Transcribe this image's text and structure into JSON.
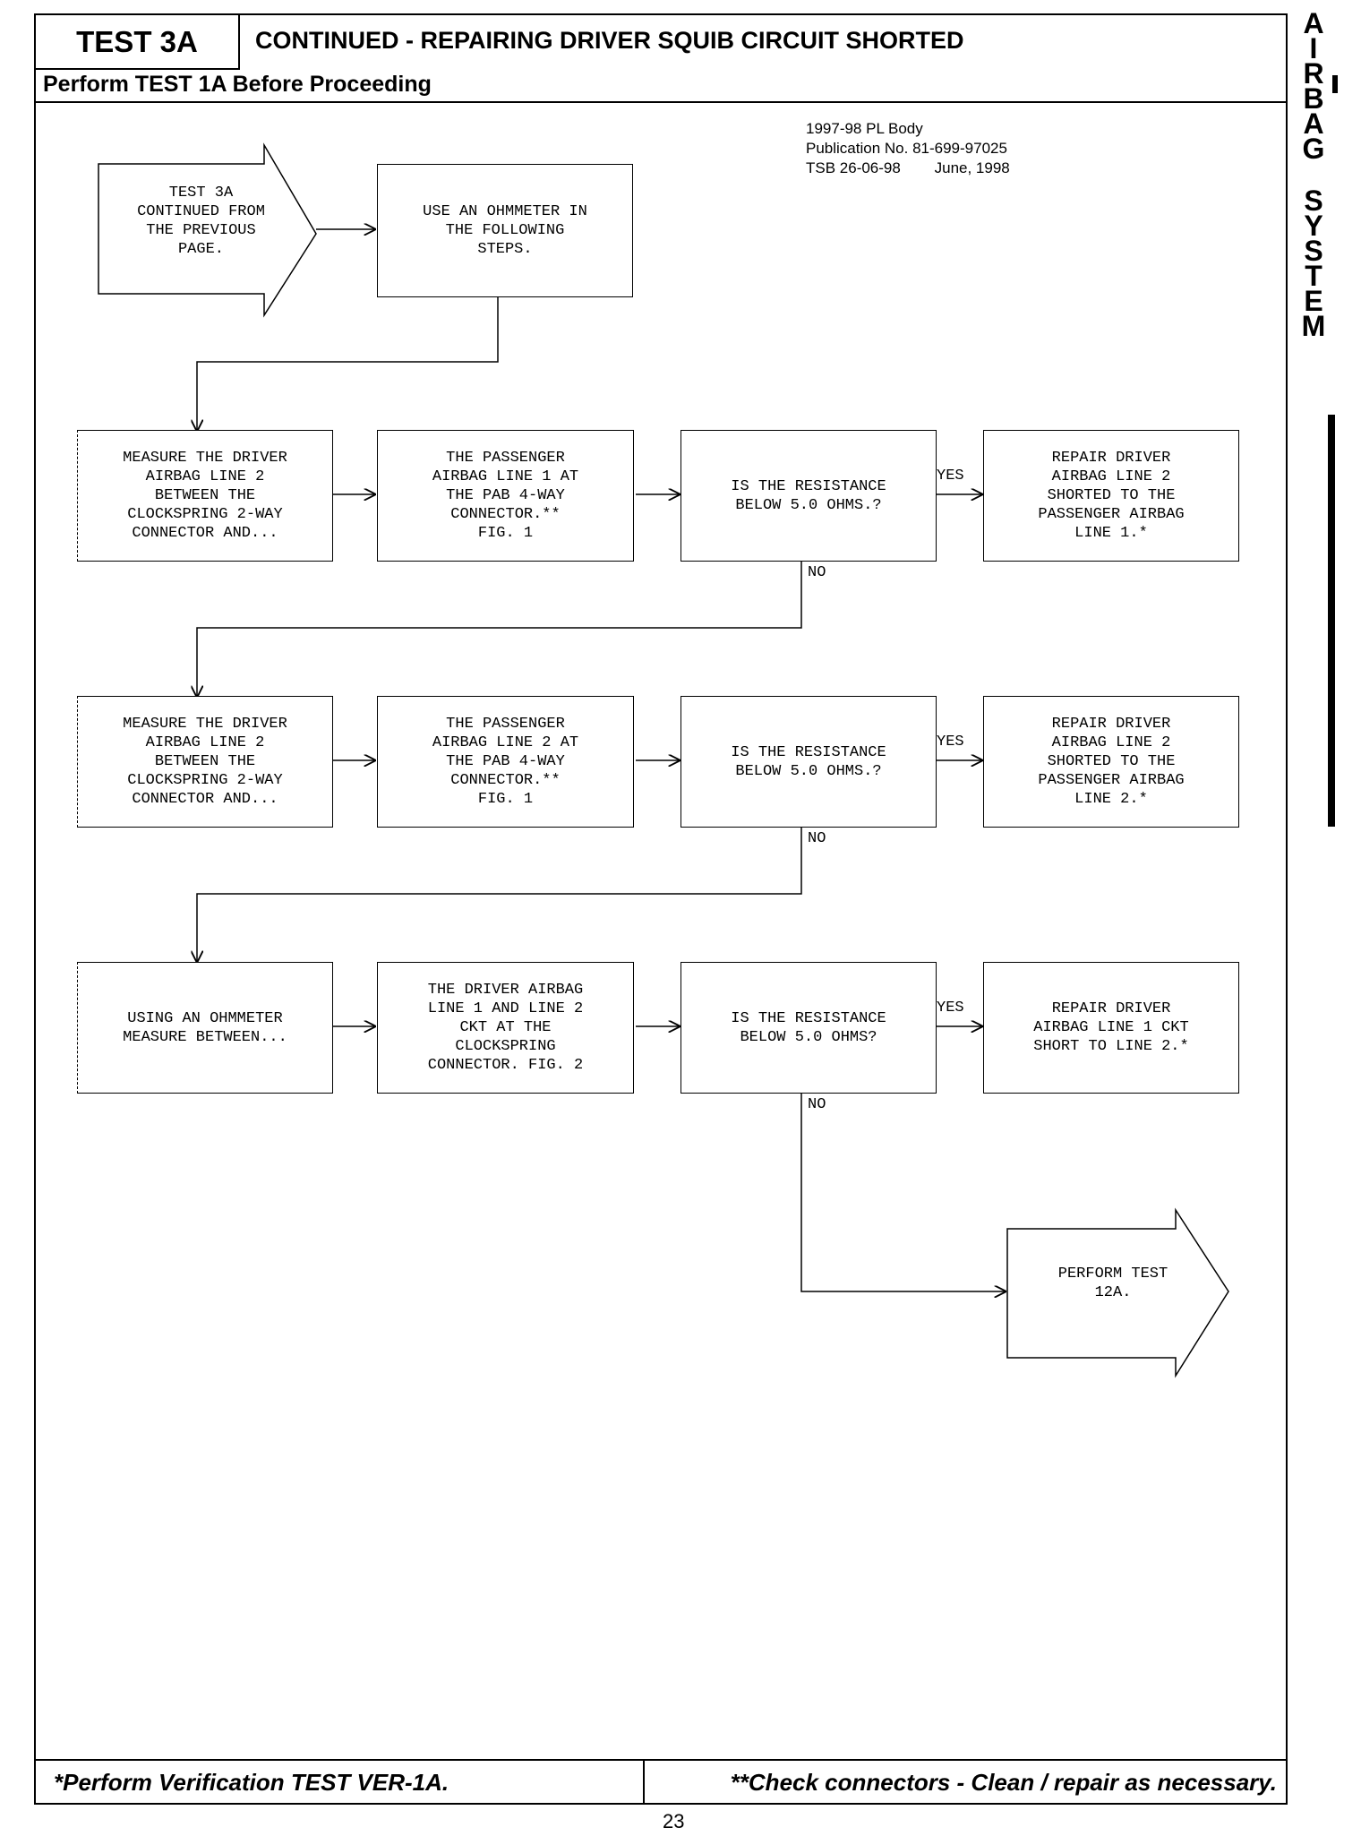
{
  "header": {
    "test_id": "TEST 3A",
    "title": "CONTINUED - REPAIRING DRIVER SQUIB CIRCUIT SHORTED",
    "subtitle": "Perform TEST 1A Before Proceeding"
  },
  "publication": {
    "line1": "1997-98 PL Body",
    "line2": "Publication No. 81-699-97025",
    "line3": "TSB 26-06-98        June, 1998"
  },
  "side_tab": [
    "A",
    "I",
    "R",
    "B",
    "A",
    "G",
    "",
    "S",
    "Y",
    "S",
    "T",
    "E",
    "M"
  ],
  "flow": {
    "start": "TEST 3A\nCONTINUED FROM\nTHE PREVIOUS\nPAGE.",
    "ohmmeter": "USE AN OHMMETER IN\nTHE FOLLOWING\nSTEPS.",
    "rows": [
      {
        "measure": "MEASURE THE DRIVER\nAIRBAG LINE 2\nBETWEEN THE\nCLOCKSPRING 2-WAY\nCONNECTOR AND...",
        "target": "THE PASSENGER\nAIRBAG LINE 1 AT\nTHE PAB 4-WAY\nCONNECTOR.**\nFIG. 1",
        "question": "IS THE RESISTANCE\nBELOW 5.0 OHMS.?",
        "yes_label": "YES",
        "repair": "REPAIR DRIVER\nAIRBAG LINE 2\nSHORTED TO THE\nPASSENGER AIRBAG\nLINE 1.*",
        "no_label": "NO"
      },
      {
        "measure": "MEASURE THE DRIVER\nAIRBAG LINE 2\nBETWEEN THE\nCLOCKSPRING 2-WAY\nCONNECTOR AND...",
        "target": "THE PASSENGER\nAIRBAG LINE 2 AT\nTHE PAB 4-WAY\nCONNECTOR.**\nFIG. 1",
        "question": "IS THE RESISTANCE\nBELOW 5.0 OHMS.?",
        "yes_label": "YES",
        "repair": "REPAIR DRIVER\nAIRBAG LINE 2\nSHORTED TO THE\nPASSENGER AIRBAG\nLINE 2.*",
        "no_label": "NO"
      },
      {
        "measure": "USING AN OHMMETER\nMEASURE BETWEEN...",
        "target": "THE DRIVER AIRBAG\nLINE 1 AND LINE 2\nCKT AT THE\nCLOCKSPRING\nCONNECTOR. FIG. 2",
        "question": "IS THE RESISTANCE\nBELOW 5.0 OHMS?",
        "yes_label": "YES",
        "repair": "REPAIR DRIVER\nAIRBAG LINE 1 CKT\nSHORT TO LINE 2.*",
        "no_label": "NO"
      }
    ],
    "end": "PERFORM TEST\n12A."
  },
  "footer": {
    "left": "*Perform Verification TEST VER-1A.",
    "right": "**Check connectors - Clean / repair as necessary.",
    "page": "23"
  }
}
